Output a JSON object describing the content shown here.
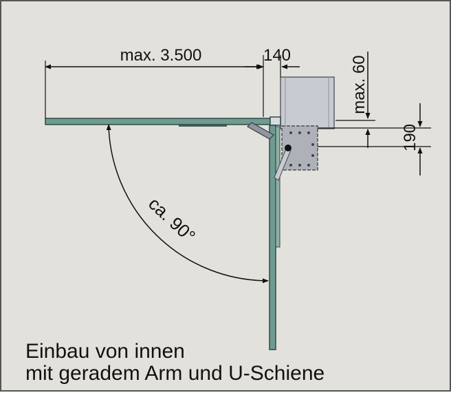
{
  "dimensions": {
    "width_label": "max. 3.500",
    "offset_label": "140",
    "top_clearance_label": "max. 60",
    "height_label": "190",
    "angle_label": "ca. 90°"
  },
  "caption": {
    "line1": "Einbau von innen",
    "line2": "mit geradem Arm und U-Schiene"
  },
  "colors": {
    "background": "#e2e1dc",
    "frame_border": "#555555",
    "door_fill": "#6f9b90",
    "door_stroke": "#2f4a44",
    "motor_fill": "#c8ccd2",
    "bracket_fill": "#aeb2b8",
    "dimension_line": "#111111"
  }
}
